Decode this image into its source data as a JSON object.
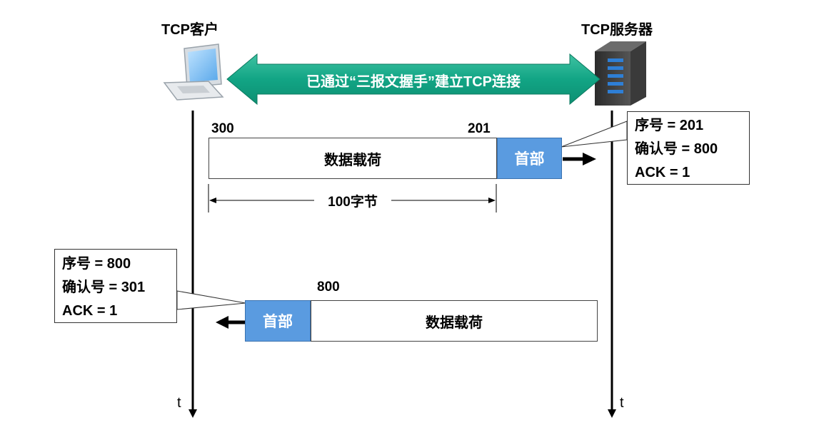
{
  "client_label": "TCP客户",
  "server_label": "TCP服务器",
  "handshake_text": "已通过“三报文握手”建立TCP连接",
  "time_label": "t",
  "segment1": {
    "left_seq": "300",
    "right_seq": "201",
    "payload": "数据载荷",
    "header": "首部",
    "length": "100字节",
    "info": [
      "序号 = 201",
      "确认号 = 800",
      "ACK = 1"
    ]
  },
  "segment2": {
    "seq": "800",
    "payload": "数据载荷",
    "header": "首部",
    "info": [
      "序号 = 800",
      "确认号 = 301",
      "ACK = 1"
    ]
  },
  "colors": {
    "handshake_arrow": "#17a98a",
    "header_fill": "#5a9be0"
  }
}
